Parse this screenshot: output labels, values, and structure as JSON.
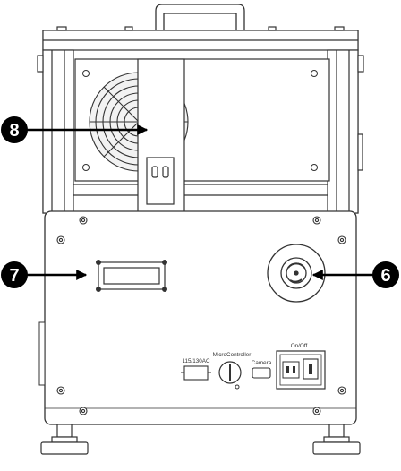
{
  "callouts": [
    {
      "id": "8",
      "label": "8",
      "target": "fan-bracket"
    },
    {
      "id": "7",
      "label": "7",
      "target": "handle-port"
    },
    {
      "id": "6",
      "label": "6",
      "target": "twist-lock-connector"
    }
  ],
  "panel_labels": {
    "voltage": "115/130AC",
    "microcontroller": "MicroController",
    "camera": "Camera",
    "power": "On/Off"
  },
  "colors": {
    "line": "#333333",
    "callout_fill": "#000000",
    "callout_text": "#ffffff",
    "panel_fill": "#ffffff",
    "fan_fill": "#f2f2f2"
  }
}
